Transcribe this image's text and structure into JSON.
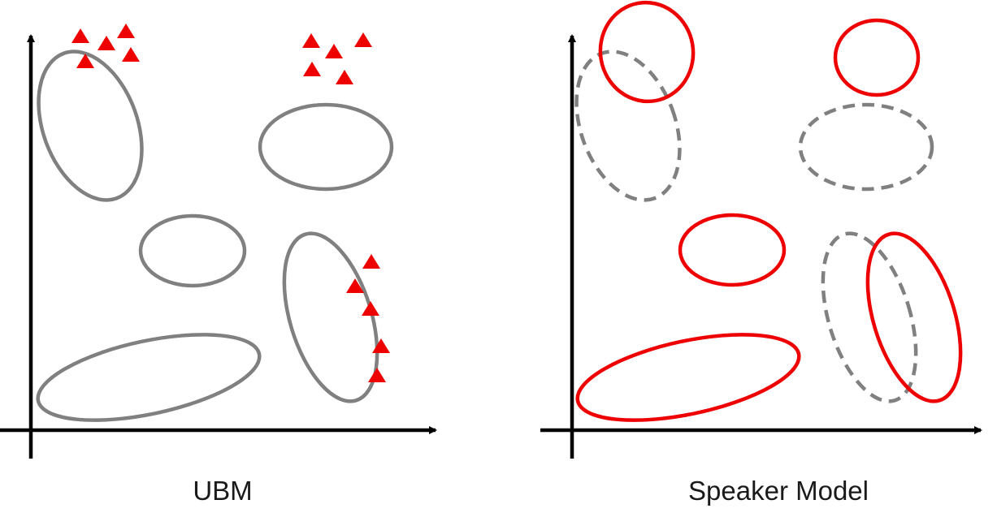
{
  "panels": {
    "ubm": {
      "caption": "UBM"
    },
    "speaker": {
      "caption": "Speaker Model"
    }
  },
  "colors": {
    "axis": "#000000",
    "ubm_component": "#808080",
    "adapted_component": "#ee0000",
    "data_point": "#ee0000",
    "caption": "#1a1a1a"
  },
  "legend_semantics": {
    "solid_gray_ellipse": "UBM mixture component",
    "dashed_gray_ellipse": "original UBM component (before adaptation)",
    "solid_red_ellipse": "adapted speaker component",
    "red_triangle": "speaker data point"
  }
}
